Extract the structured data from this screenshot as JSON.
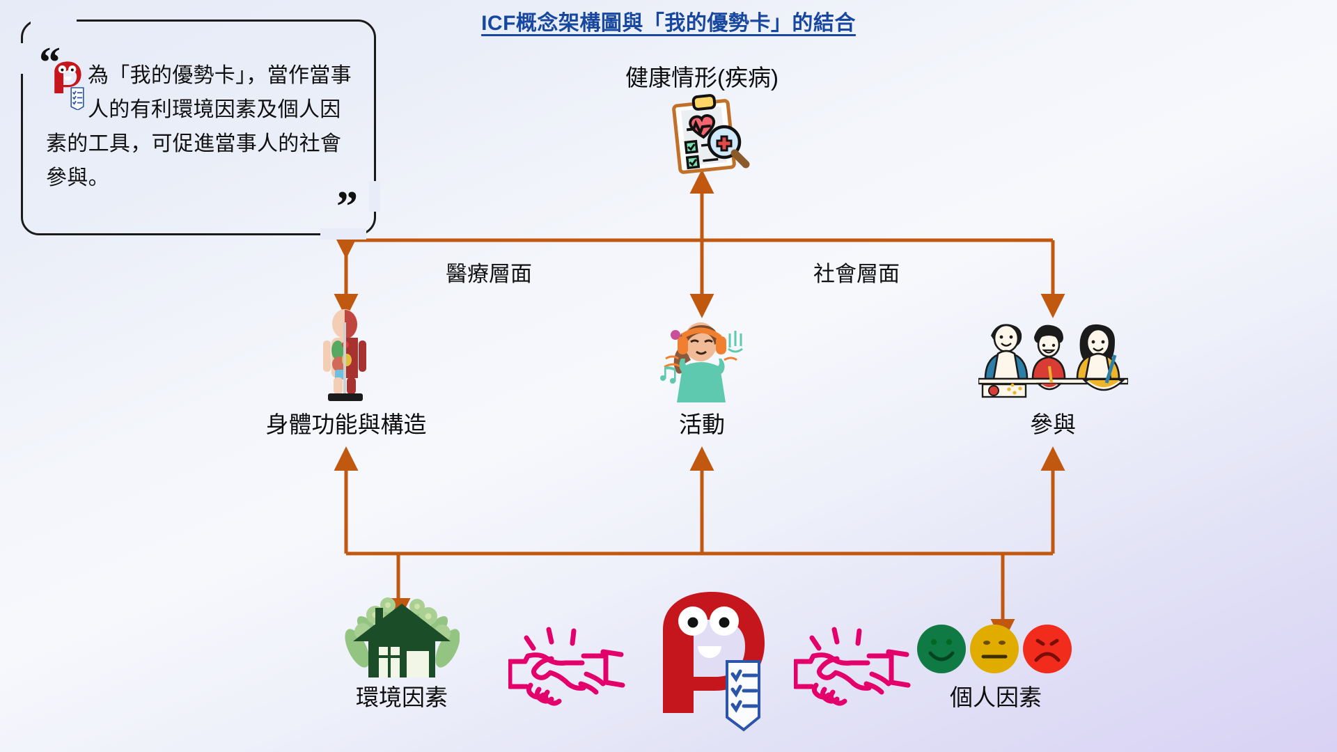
{
  "title": "ICF概念架構圖與「我的優勢卡」的結合",
  "quote": {
    "open_mark": "“",
    "close_mark": "”",
    "mascot_icon": "strength-card-mascot-icon",
    "text": "為「我的優勢卡」，當作當事人的有利環境因素及個人因素的工具，可促進當事人的社會參與。"
  },
  "colors": {
    "title": "#17479e",
    "arrow": "#c1580f",
    "mascot_red": "#c4161c",
    "handshake_pink": "#e3006b",
    "house_green": "#1b4d28",
    "face_happy": "#0f7a43",
    "face_neutral": "#e0ac00",
    "face_sad": "#f22c1c",
    "background": "#e8ecf8"
  },
  "diagram": {
    "top_node": {
      "label": "健康情形(疾病)",
      "icon": "health-clipboard-icon"
    },
    "level_labels": [
      {
        "label": "醫療層面"
      },
      {
        "label": "社會層面"
      }
    ],
    "middle_nodes": [
      {
        "label": "身體功能與構造",
        "icon": "anatomy-model-icon"
      },
      {
        "label": "活動",
        "icon": "listening-music-person-icon"
      },
      {
        "label": "參與",
        "icon": "family-cooking-icon"
      }
    ],
    "bottom_nodes": [
      {
        "label": "環境因素",
        "icon": "green-house-plants-icon"
      },
      {
        "label": "個人因素",
        "icon": "emoji-faces-icon"
      }
    ],
    "decorations": [
      {
        "icon": "handshake-left-icon"
      },
      {
        "icon": "strength-card-mascot-large-icon"
      },
      {
        "icon": "handshake-right-icon"
      }
    ],
    "faces": [
      {
        "name": "happy-face",
        "mood": "happy"
      },
      {
        "name": "neutral-face",
        "mood": "neutral"
      },
      {
        "name": "sad-face",
        "mood": "sad"
      }
    ]
  }
}
